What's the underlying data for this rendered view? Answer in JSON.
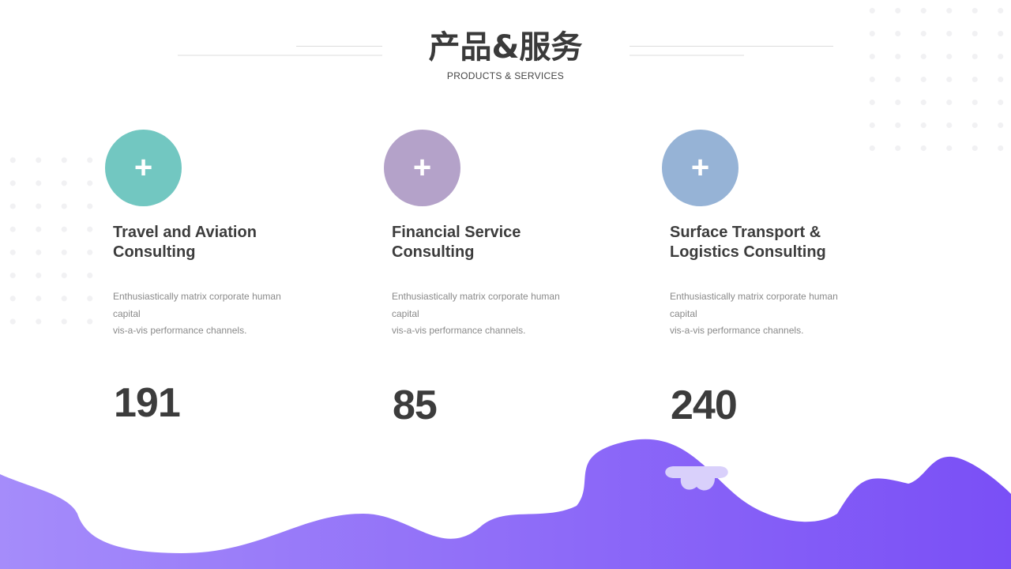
{
  "slide": {
    "title": "产品&服务",
    "subtitle": "PRODUCTS  &  SERVICES"
  },
  "cards": [
    {
      "heading": "Travel and Aviation Consulting",
      "description_lines": [
        "Enthusiastically matrix corporate human capital",
        "vis-a-vis performance channels."
      ],
      "number": "191",
      "icon": "plus-icon",
      "color": "#72c7c1"
    },
    {
      "heading": "Financial Service Consulting",
      "description_lines": [
        "Enthusiastically matrix corporate human capital",
        "vis-a-vis performance channels."
      ],
      "number": "85",
      "icon": "plus-icon",
      "color": "#b4a2c9"
    },
    {
      "heading": "Surface Transport & Logistics Consulting",
      "description_lines": [
        "Enthusiastically matrix corporate human capital",
        "vis-a-vis performance channels."
      ],
      "number": "240",
      "icon": "plus-icon",
      "color": "#96b3d6"
    }
  ],
  "colors": {
    "wave_start": "#a58cfa",
    "wave_end": "#7a4ff6",
    "cloud": "#d9d0fb",
    "text_dark": "#3c3c3c",
    "text_muted": "#8a8a8a"
  }
}
